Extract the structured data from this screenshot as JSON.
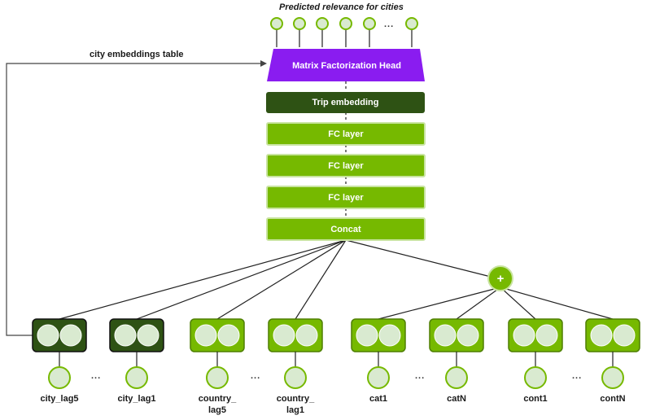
{
  "header": {
    "title": "Predicted relevance for cities"
  },
  "head": {
    "label": "Matrix Factorization Head",
    "outputs_ellipsis": "..."
  },
  "side": {
    "table_label": "city embeddings table"
  },
  "stack": {
    "trip": "Trip embedding",
    "fc1": "FC layer",
    "fc2": "FC layer",
    "fc3": "FC layer",
    "concat": "Concat"
  },
  "plus": {
    "symbol": "+"
  },
  "inputs": [
    {
      "label": "city_lag5"
    },
    {
      "label": "city_lag1"
    },
    {
      "label": "country_\nlag5"
    },
    {
      "label": "country_\nlag1"
    },
    {
      "label": "cat1"
    },
    {
      "label": "catN"
    },
    {
      "label": "cont1"
    },
    {
      "label": "contN"
    }
  ],
  "ellipsis": "...",
  "colors": {
    "purple": "#8a1cf0",
    "green": "#76b900",
    "dark_green": "#2e5214",
    "node_fill": "#d9ead0",
    "node_stroke": "#76b900"
  }
}
